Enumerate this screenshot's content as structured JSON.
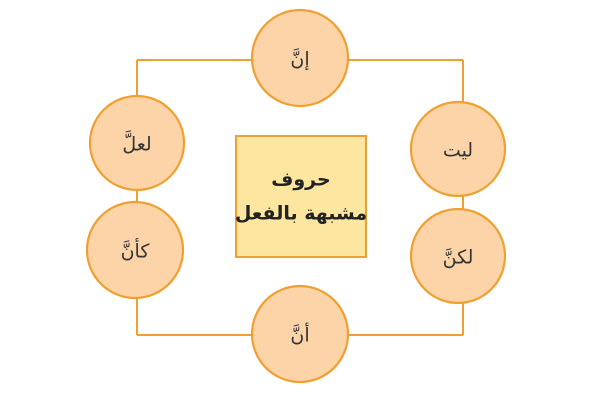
{
  "diagram": {
    "center": {
      "line1": "حروف",
      "line2": "مشبهة بالفعل"
    },
    "nodes": [
      {
        "id": "inna",
        "label": "إنَّ"
      },
      {
        "id": "laita",
        "label": "ليت"
      },
      {
        "id": "lakinna",
        "label": "لكنَّ"
      },
      {
        "id": "anna",
        "label": "أنَّ"
      },
      {
        "id": "kaanna",
        "label": "كأنَّ"
      },
      {
        "id": "laalla",
        "label": "لعلَّ"
      }
    ],
    "colors": {
      "node_fill": "#fcd4a8",
      "stroke": "#f0a030",
      "center_fill": "#fde7a0"
    }
  }
}
